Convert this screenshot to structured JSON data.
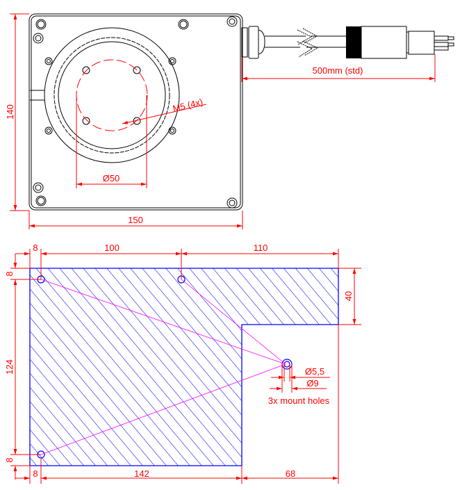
{
  "top_view": {
    "height_dim": "140",
    "width_dim": "150",
    "bolt_circle_dim": "Ø50",
    "thread_label": "M5 (4x)",
    "cable_length": "500mm (std)"
  },
  "mount_view": {
    "top_dims": [
      "8",
      "100",
      "110"
    ],
    "right_dim": "40",
    "left_dims": [
      "8",
      "124",
      "8"
    ],
    "bottom_dims": [
      "8",
      "142",
      "68"
    ],
    "hole_inner": "Ø5,5",
    "hole_outer": "Ø9",
    "note": "3x mount holes"
  },
  "colors": {
    "dimension": "#ff0000",
    "footprint": "#0000ff",
    "leader": "#ff00ff"
  }
}
